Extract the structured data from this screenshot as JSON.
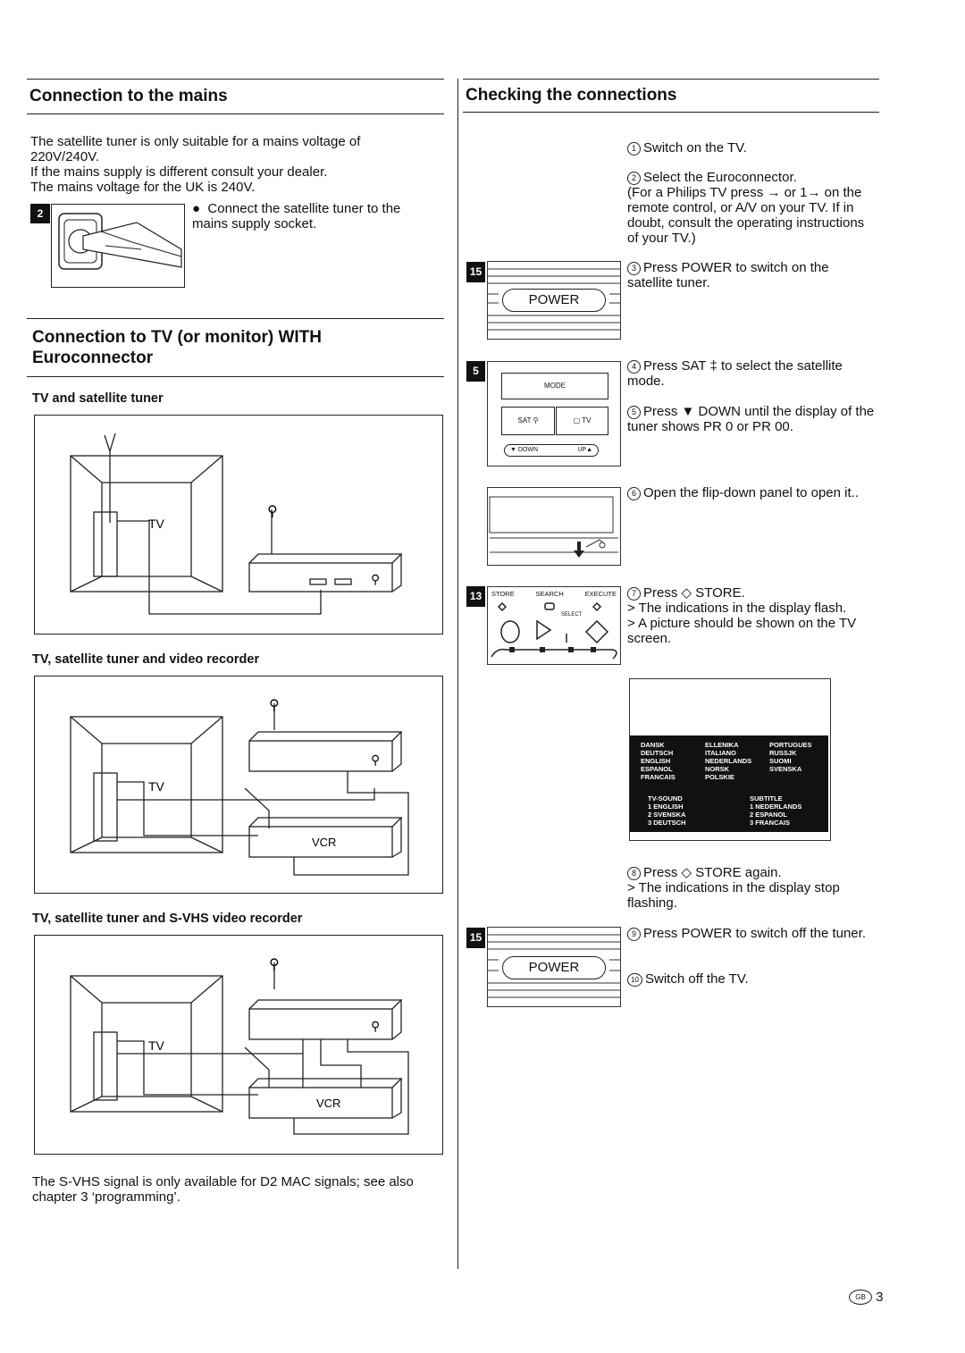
{
  "left": {
    "mains": {
      "title": "Connection to the mains",
      "para1": "The satellite tuner is only suitable for a mains voltage of 220V/240V.",
      "para2": "If the mains supply is different consult your dealer.",
      "para3": "The mains voltage for the UK is 240V.",
      "bullet": "Connect the satellite tuner to the mains supply socket.",
      "fig_badge": "2"
    },
    "euro": {
      "title_line1": "Connection to TV (or monitor) WITH",
      "title_line2": "Euroconnector",
      "sub1": "TV and satellite tuner",
      "sub2": "TV, satellite tuner and video recorder",
      "sub3": "TV, satellite tuner and S-VHS video recorder",
      "tv_label": "TV",
      "vcr_label": "VCR",
      "footnote": "The S-VHS signal is only available for D2 MAC signals; see also chapter 3 ‘programming’."
    }
  },
  "right": {
    "title": "Checking the connections",
    "steps": {
      "s1": "Switch on the TV.",
      "s2a": "Select the Euroconnector.",
      "s2b": "(For a Philips TV press → or 1→ on the remote control, or A/V on your TV. If in doubt, consult the operating instructions of your TV.)",
      "s3": "Press POWER to switch on the satellite tuner.",
      "s4": "Press SAT ‡ to select the satellite mode.",
      "s5": "Press ▼ DOWN until the display of the tuner shows PR 0 or PR 00.",
      "s6": "Open the flip-down panel to open it..",
      "s7a": "Press ◇ STORE.",
      "s7b": "> The indications in the display flash.",
      "s7c": "> A picture should be shown on the TV screen.",
      "s8a": "Press ◇ STORE again.",
      "s8b": "> The indications in the display stop flashing.",
      "s9": "Press POWER to switch off the tuner.",
      "s10": "Switch off the TV."
    },
    "nums": [
      "1",
      "2",
      "3",
      "4",
      "5",
      "6",
      "7",
      "8",
      "9",
      "10"
    ],
    "badges": {
      "b15a": "15",
      "b5": "5",
      "b13": "13",
      "b15b": "15"
    },
    "power_label": "POWER",
    "remote": {
      "mode": "MODE",
      "sat": "SAT",
      "tv": "TV",
      "down": "▼ DOWN",
      "up": "UP▲"
    },
    "store_panel": {
      "store": "STORE",
      "search": "SEARCH",
      "execute": "EXECUTE",
      "select": "SELECT"
    },
    "languages": {
      "col1": [
        "DANSK",
        "DEUTSCH",
        "ENGLISH",
        "ESPANOL",
        "FRANCAIS"
      ],
      "col2": [
        "ELLENIKA",
        "ITALIANO",
        "NEDERLANDS",
        "NORSK",
        "POLSKIE"
      ],
      "col3": [
        "PORTUGUES",
        "RUSSJK",
        "SUOMI",
        "SVENSKA"
      ],
      "tvsound_head": "TV-SOUND",
      "tvsound": [
        "1 ENGLISH",
        "2 SVENSKA",
        "3 DEUTSCH"
      ],
      "subtitle_head": "SUBTITLE",
      "subtitle": [
        "1 NEDERLANDS",
        "2 ESPANOL",
        "3 FRANCAIS"
      ]
    }
  },
  "footer": {
    "country": "GB",
    "page": "3"
  }
}
